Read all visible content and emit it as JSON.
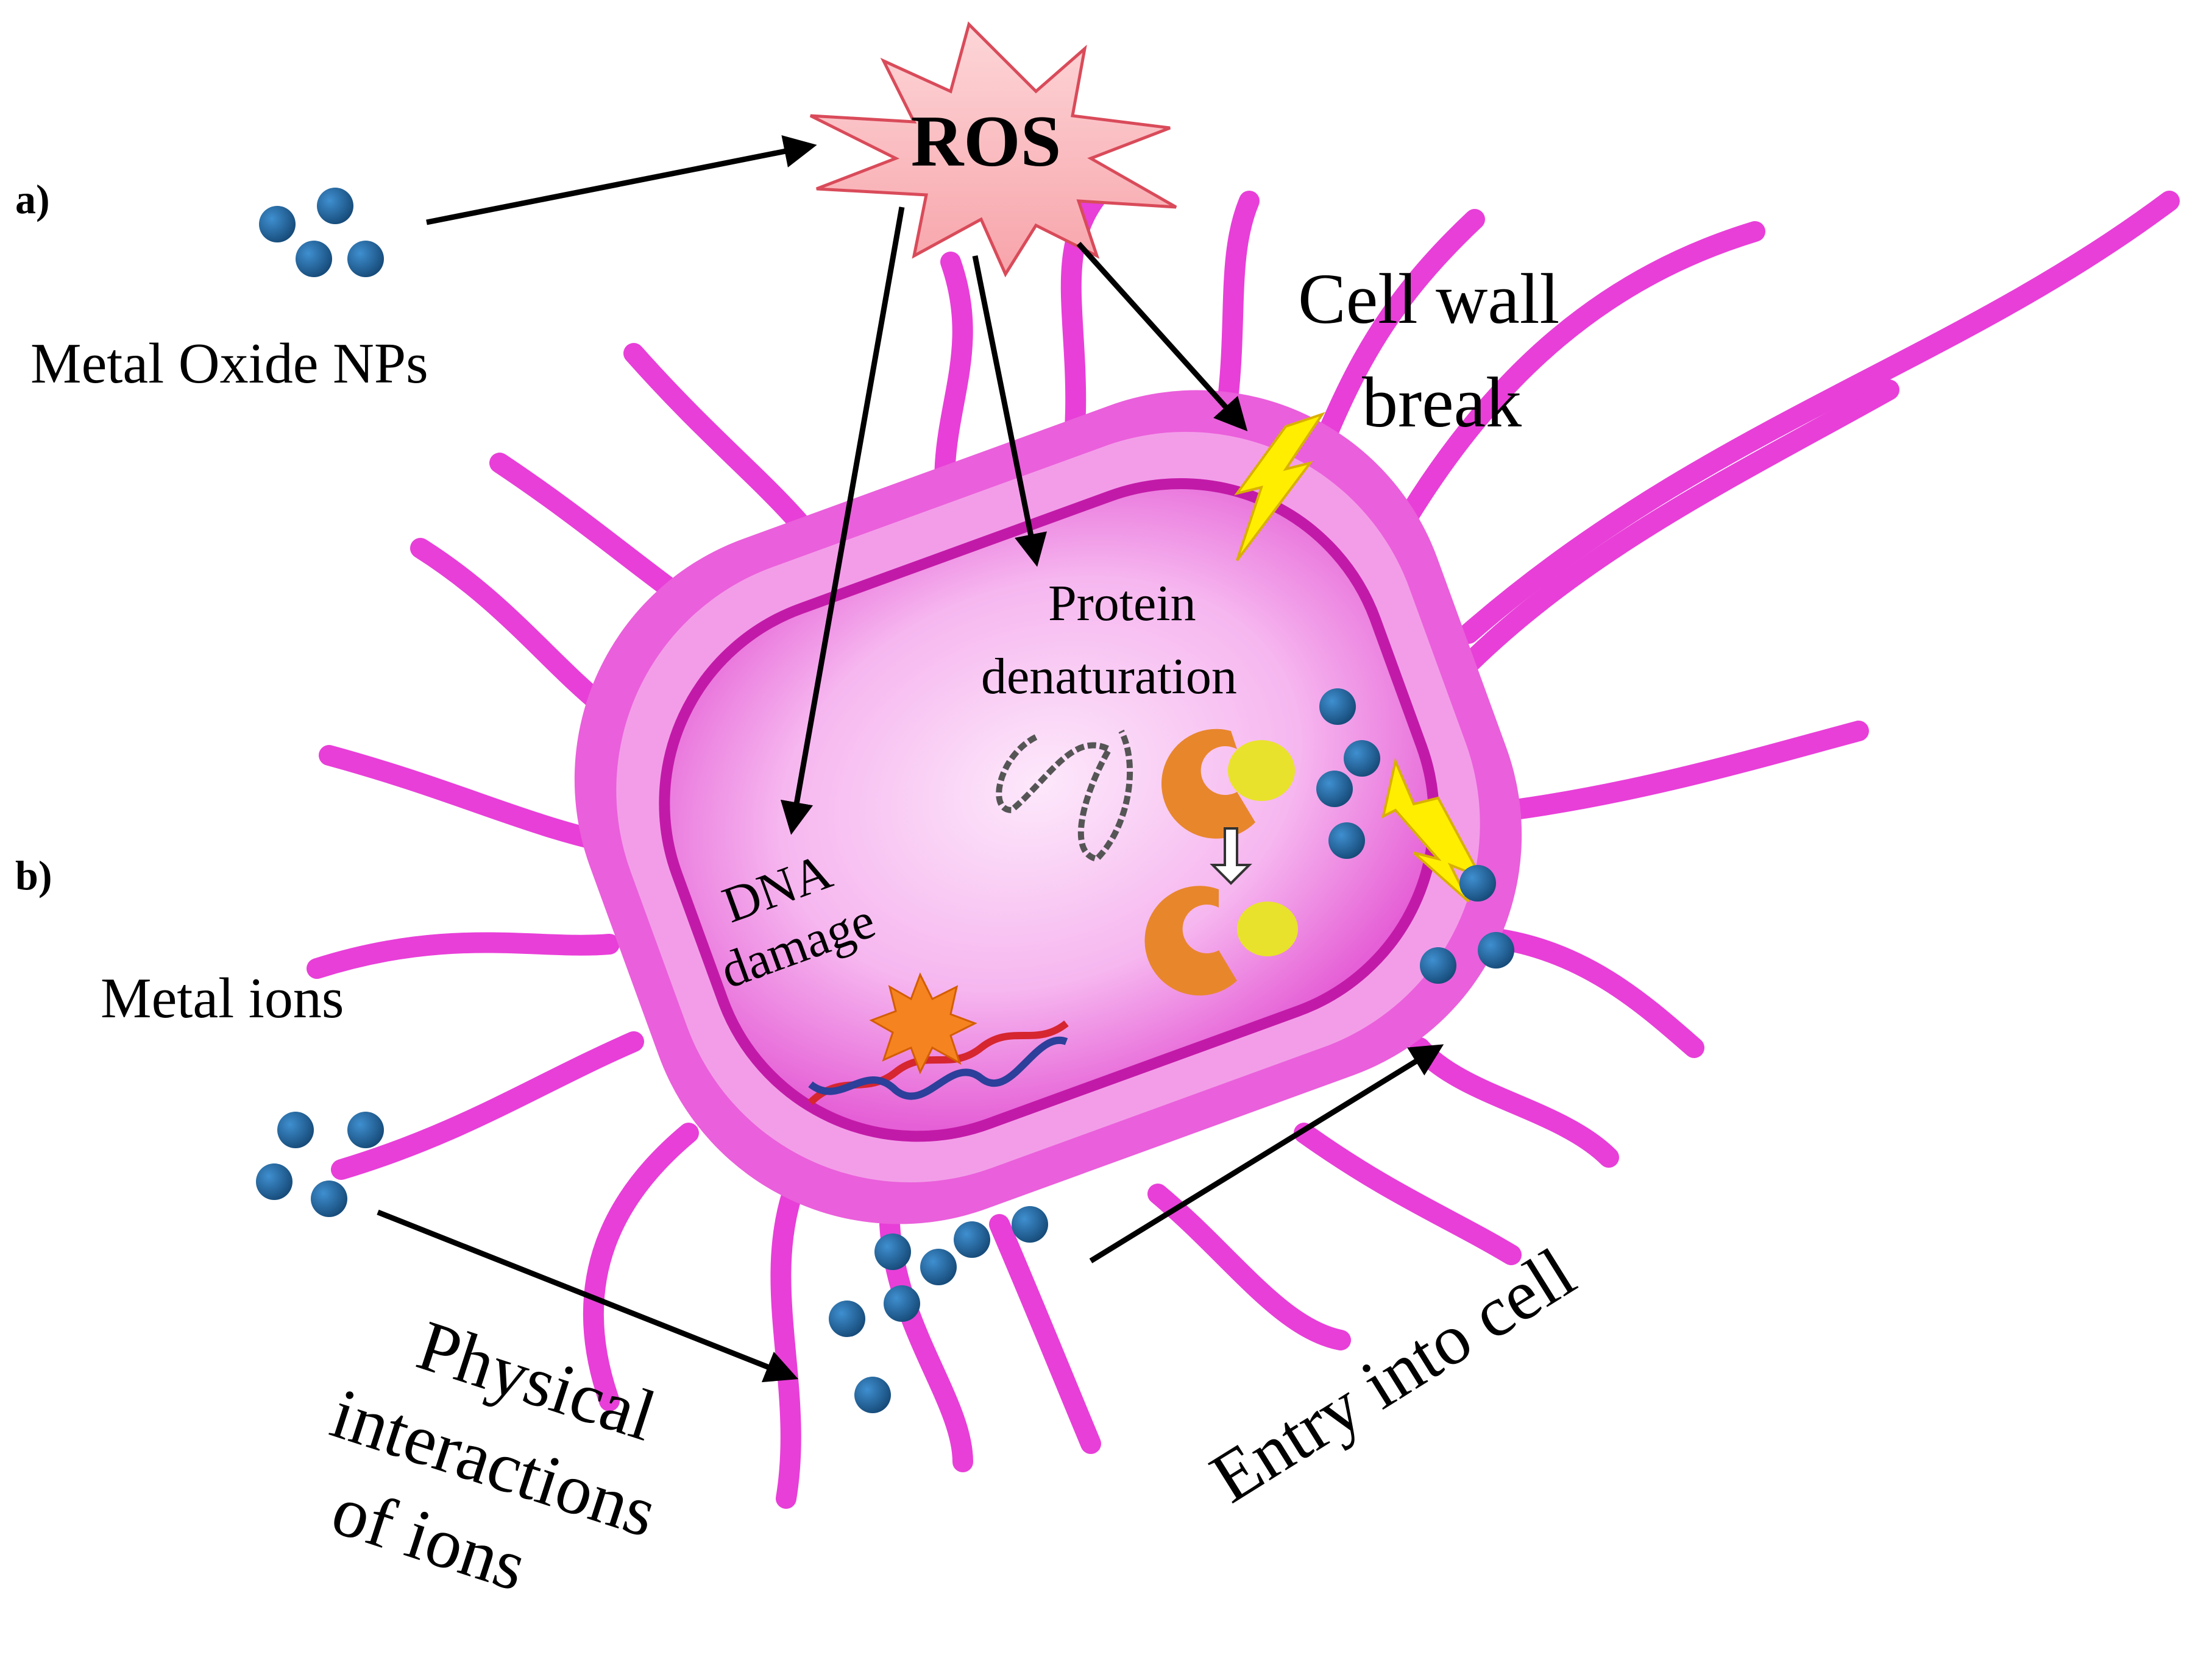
{
  "labels": {
    "panel_a": "a)",
    "panel_b": "b)",
    "ros": "ROS",
    "metal_oxide": "Metal Oxide NPs",
    "cell_wall_line1": "Cell wall",
    "cell_wall_line2": "break",
    "protein_line1": "Protein",
    "protein_line2": "denaturation",
    "dna_line1": "DNA",
    "dna_line2": "damage",
    "metal_ions": "Metal ions",
    "physical_line1": "Physical",
    "physical_line2": "interactions",
    "physical_line3": "of ions",
    "entry": "Entry into cell"
  },
  "colors": {
    "cell_pink": "#e83fd8",
    "cell_light": "#f8c9f4",
    "membrane": "#c21aa8",
    "ion_blue": "#1f5f94",
    "ros_fill": "#f9b9bd",
    "ros_stroke": "#d94b5a",
    "bolt_yellow": "#ffee00",
    "enzyme_orange": "#e8862c",
    "substrate_yellow": "#e8e22c",
    "dna_red": "#d6262f",
    "dna_blue": "#2c3f9a"
  },
  "icons": {
    "ros": "starburst-icon",
    "ion": "particle-icon",
    "bolt": "lightning-bolt-icon",
    "enzyme": "enzyme-icon",
    "dna": "dna-helix-icon",
    "protein": "protein-chain-icon"
  }
}
